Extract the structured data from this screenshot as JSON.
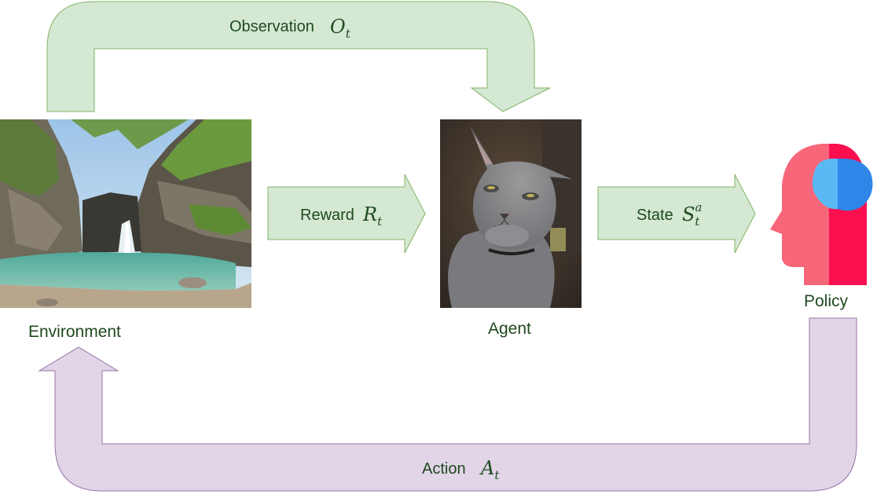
{
  "nodes": {
    "environment": {
      "label": "Environment"
    },
    "agent": {
      "label": "Agent"
    },
    "policy": {
      "label": "Policy"
    }
  },
  "edges": {
    "observation": {
      "label": "Observation",
      "symbol": "O",
      "sub": "t"
    },
    "reward": {
      "label": "Reward",
      "symbol": "R",
      "sub": "t"
    },
    "state": {
      "label": "State",
      "symbol": "S",
      "sub": "t",
      "sup": "a"
    },
    "action": {
      "label": "Action",
      "symbol": "A",
      "sub": "t"
    }
  },
  "colors": {
    "green_fill": "#d5e8d4",
    "green_stroke": "#82b366",
    "purple_fill": "#e1d5e7",
    "purple_stroke": "#9673a6",
    "text": "#1f4a1f",
    "head_light": "#f8667a",
    "head_dark": "#fb0f4f",
    "brain_light": "#5ab9f5",
    "brain_dark": "#2e86e8"
  },
  "icons": {
    "environment": "waterfall-landscape-photo",
    "agent": "gray-cat-photo",
    "policy": "head-brain-icon"
  }
}
